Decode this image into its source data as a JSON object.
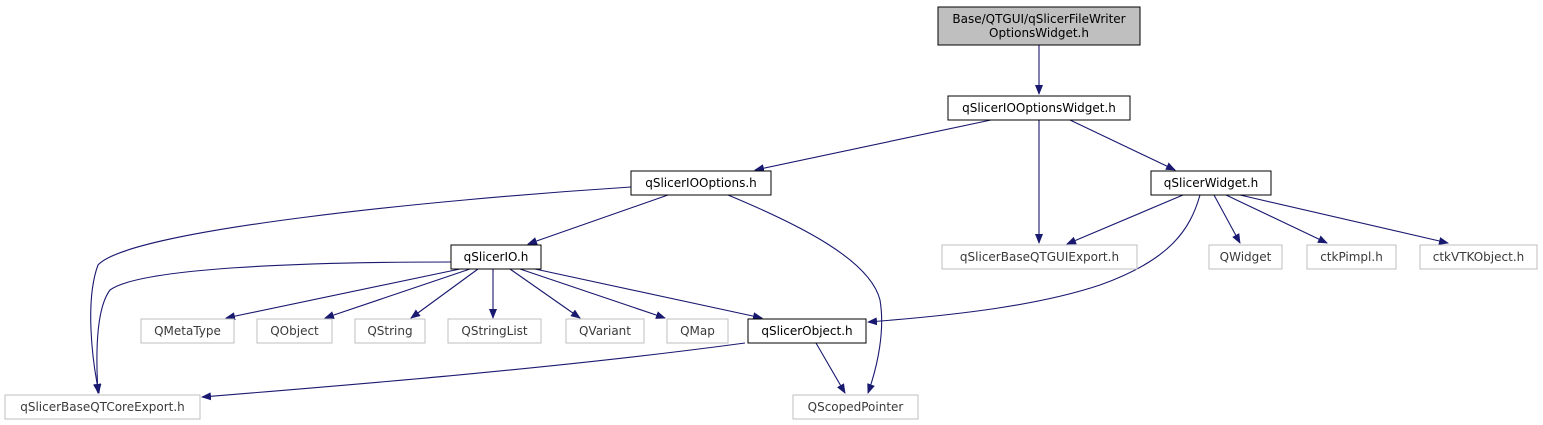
{
  "nodes": [
    {
      "id": "root",
      "lines": [
        "Base/QTGUI/qSlicerFileWriter",
        "OptionsWidget.h"
      ],
      "style": "root"
    },
    {
      "id": "ioOptionsWidget",
      "lines": [
        "qSlicerIOOptionsWidget.h"
      ],
      "style": "documented"
    },
    {
      "id": "ioOptions",
      "lines": [
        "qSlicerIOOptions.h"
      ],
      "style": "documented"
    },
    {
      "id": "widget",
      "lines": [
        "qSlicerWidget.h"
      ],
      "style": "documented"
    },
    {
      "id": "guiExport",
      "lines": [
        "qSlicerBaseQTGUIExport.h"
      ],
      "style": "external"
    },
    {
      "id": "io",
      "lines": [
        "qSlicerIO.h"
      ],
      "style": "documented"
    },
    {
      "id": "qwidget",
      "lines": [
        "QWidget"
      ],
      "style": "external"
    },
    {
      "id": "ctkPimpl",
      "lines": [
        "ctkPimpl.h"
      ],
      "style": "external"
    },
    {
      "id": "ctkVTK",
      "lines": [
        "ctkVTKObject.h"
      ],
      "style": "external"
    },
    {
      "id": "qMetaType",
      "lines": [
        "QMetaType"
      ],
      "style": "external"
    },
    {
      "id": "qObject",
      "lines": [
        "QObject"
      ],
      "style": "external"
    },
    {
      "id": "qString",
      "lines": [
        "QString"
      ],
      "style": "external"
    },
    {
      "id": "qStringList",
      "lines": [
        "QStringList"
      ],
      "style": "external"
    },
    {
      "id": "qVariant",
      "lines": [
        "QVariant"
      ],
      "style": "external"
    },
    {
      "id": "qMap",
      "lines": [
        "QMap"
      ],
      "style": "external"
    },
    {
      "id": "slicerObject",
      "lines": [
        "qSlicerObject.h"
      ],
      "style": "documented"
    },
    {
      "id": "coreExport",
      "lines": [
        "qSlicerBaseQTCoreExport.h"
      ],
      "style": "external"
    },
    {
      "id": "scopedPointer",
      "lines": [
        "QScopedPointer"
      ],
      "style": "external"
    }
  ],
  "edges": [
    [
      "root",
      "ioOptionsWidget"
    ],
    [
      "ioOptionsWidget",
      "ioOptions"
    ],
    [
      "ioOptionsWidget",
      "guiExport"
    ],
    [
      "ioOptionsWidget",
      "widget"
    ],
    [
      "ioOptions",
      "coreExport"
    ],
    [
      "ioOptions",
      "io"
    ],
    [
      "ioOptions",
      "scopedPointer"
    ],
    [
      "widget",
      "guiExport"
    ],
    [
      "widget",
      "slicerObject"
    ],
    [
      "widget",
      "qwidget"
    ],
    [
      "widget",
      "ctkPimpl"
    ],
    [
      "widget",
      "ctkVTK"
    ],
    [
      "io",
      "coreExport"
    ],
    [
      "io",
      "qMetaType"
    ],
    [
      "io",
      "qObject"
    ],
    [
      "io",
      "qString"
    ],
    [
      "io",
      "qStringList"
    ],
    [
      "io",
      "qVariant"
    ],
    [
      "io",
      "qMap"
    ],
    [
      "io",
      "slicerObject"
    ],
    [
      "slicerObject",
      "coreExport"
    ],
    [
      "slicerObject",
      "scopedPointer"
    ]
  ],
  "colors": {
    "edge": "#191970",
    "root_fill": "#bfbfbf",
    "documented_border": "#000000",
    "external_border": "#bfbfbf",
    "external_text": "#3a3a3a"
  }
}
